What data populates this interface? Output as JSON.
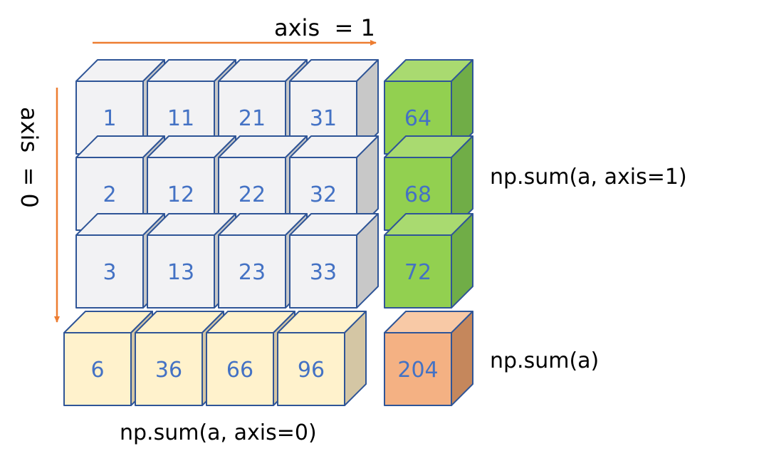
{
  "labels": {
    "axis1": "axis  = 1",
    "axis0": "axis  = 0",
    "sum_axis1": "np.sum(a, axis=1)",
    "sum_total": "np.sum(a)",
    "sum_axis0": "np.sum(a, axis=0)"
  },
  "matrix": [
    [
      "1",
      "11",
      "21",
      "31"
    ],
    [
      "2",
      "12",
      "22",
      "32"
    ],
    [
      "3",
      "13",
      "23",
      "33"
    ]
  ],
  "row_sums": [
    "64",
    "68",
    "72"
  ],
  "col_sums": [
    "6",
    "36",
    "66",
    "96"
  ],
  "total": "204",
  "colors": {
    "number_text": "#4472C4",
    "edge": "#2F5597",
    "arrow": "#ED7D31",
    "matrix_front": "#F2F2F4",
    "matrix_top": "#F2F2F4",
    "matrix_side": "#C8C8C8",
    "row_sum_front": "#92D050",
    "row_sum_top": "#A9DA70",
    "row_sum_side": "#70AD47",
    "col_sum_front": "#FFF2CC",
    "col_sum_top": "#FFF2CC",
    "col_sum_side": "#D4C6A4",
    "total_front": "#F4B183",
    "total_top": "#F8C9A6",
    "total_side": "#C5875C"
  }
}
